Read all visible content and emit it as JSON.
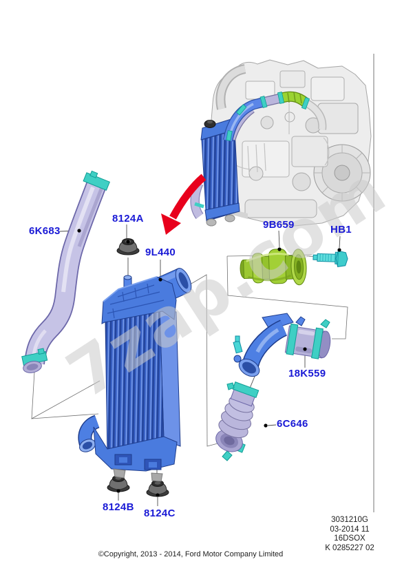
{
  "page": {
    "watermark": "7zap.com",
    "copyright": "©Copyright, 2013 - 2014, Ford Motor Company Limited",
    "doc_info": [
      "3031210G",
      "03-2014 11",
      "16DSOX",
      "K 0285227 02"
    ]
  },
  "callouts": [
    {
      "label": "6K683"
    },
    {
      "label": "8124A"
    },
    {
      "label": "9L440"
    },
    {
      "label": "9B659"
    },
    {
      "label": "HB1"
    },
    {
      "label": "18K559"
    },
    {
      "label": "6C646"
    },
    {
      "label": "8124B"
    },
    {
      "label": "8124C"
    }
  ],
  "colors": {
    "callout_blue": "#1a1ad6",
    "arrow_red": "#e8001c",
    "part_blue": "#4a7be0",
    "part_blue_dark": "#1e3c8c",
    "part_lavender": "#bab6dc",
    "part_green": "#a2d036",
    "clamp_teal": "#3fcfc4",
    "bolt_cyan": "#49d6d6",
    "engine_gray": "#ededed",
    "leader_line": "#4a4a4a"
  }
}
